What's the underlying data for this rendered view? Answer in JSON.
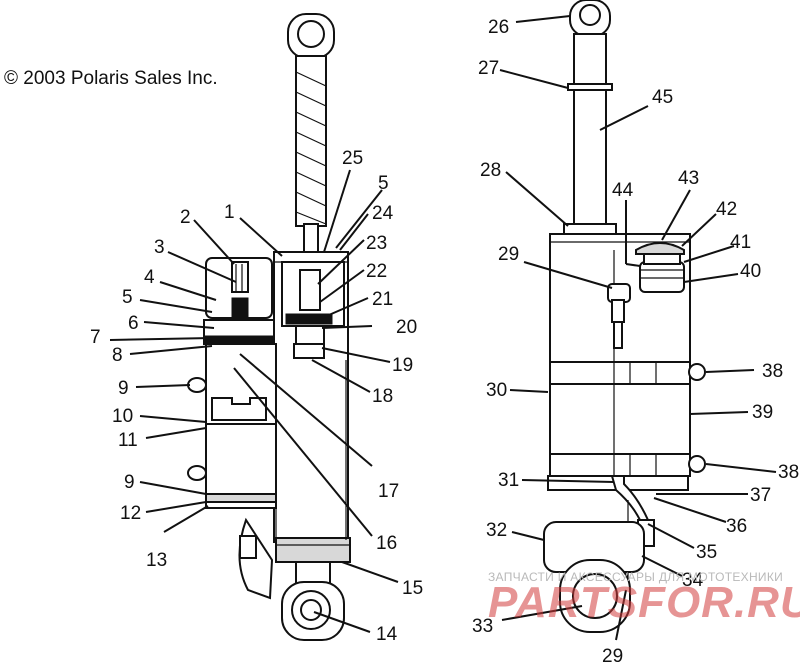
{
  "copyright": "© 2003 Polaris Sales Inc.",
  "watermark": {
    "line1": "ЗАПЧАСТИ И АКСЕССУАРЫ ДЛЯ МОТОТЕХНИКИ",
    "line2": "PARTSFOR.RU"
  },
  "callouts": {
    "c1": "1",
    "c2": "2",
    "c3": "3",
    "c4": "4",
    "c5a": "5",
    "c5b": "5",
    "c6": "6",
    "c7": "7",
    "c8": "8",
    "c9a": "9",
    "c9b": "9",
    "c10": "10",
    "c11": "11",
    "c12": "12",
    "c13": "13",
    "c14": "14",
    "c15": "15",
    "c16": "16",
    "c17": "17",
    "c18": "18",
    "c19": "19",
    "c20": "20",
    "c21": "21",
    "c22": "22",
    "c23": "23",
    "c24": "24",
    "c25": "25",
    "c26": "26",
    "c27": "27",
    "c28": "28",
    "c29a": "29",
    "c29b": "29",
    "c30": "30",
    "c31": "31",
    "c32": "32",
    "c33": "33",
    "c34": "34",
    "c35": "35",
    "c36": "36",
    "c37": "37",
    "c38a": "38",
    "c38b": "38",
    "c39": "39",
    "c40": "40",
    "c41": "41",
    "c42": "42",
    "c43": "43",
    "c44": "44",
    "c45": "45"
  }
}
